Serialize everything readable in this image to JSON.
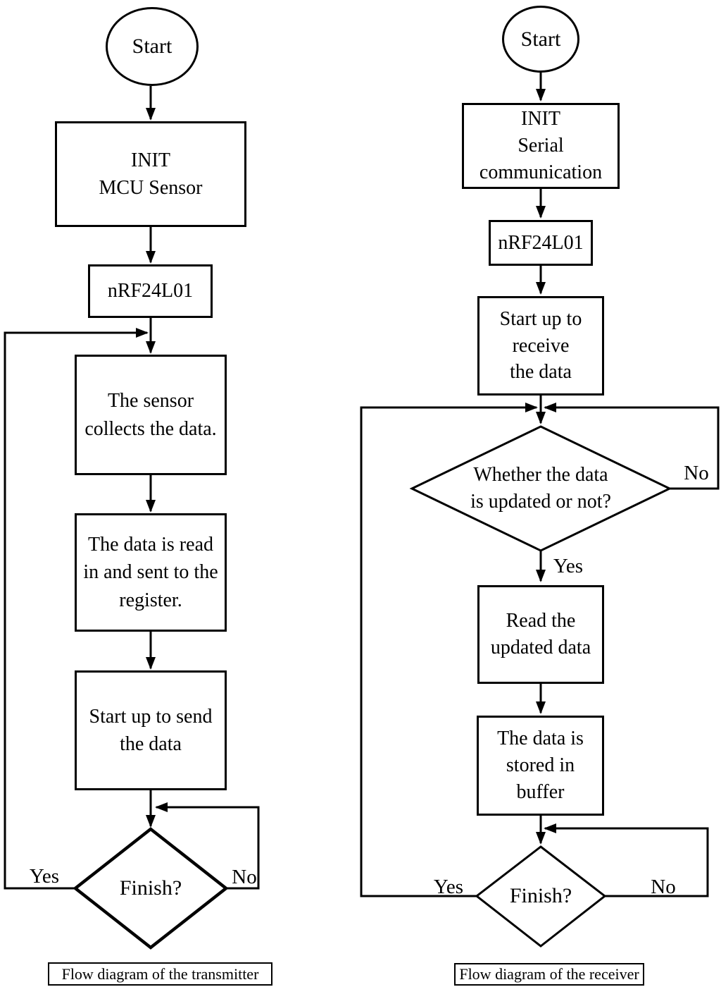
{
  "page": {
    "background": "#ffffff",
    "ink": "#000000"
  },
  "transmitter": {
    "start": "Start",
    "init": "INIT\nMCU Sensor",
    "nrf": "nRF24L01",
    "collect": "The sensor\ncollects the data.",
    "read": "The data is read\nin and sent to the\nregister.",
    "send": "Start up to send\nthe data",
    "finish": "Finish?",
    "yes_label": "Yes",
    "no_label": "No",
    "caption": "Flow diagram of the transmitter"
  },
  "receiver": {
    "start": "Start",
    "init": "INIT\nSerial\ncommunication",
    "nrf": "nRF24L01",
    "receive": "Start up to\nreceive\nthe data",
    "updated_check": "Whether the data\nis updated or not?",
    "read": "Read the\nupdated data",
    "store": "The data is\nstored in\nbuffer",
    "finish": "Finish?",
    "updated_yes_label": "Yes",
    "updated_no_label": "No",
    "finish_yes_label": "Yes",
    "finish_no_label": "No",
    "caption": "Flow diagram of the receiver"
  }
}
